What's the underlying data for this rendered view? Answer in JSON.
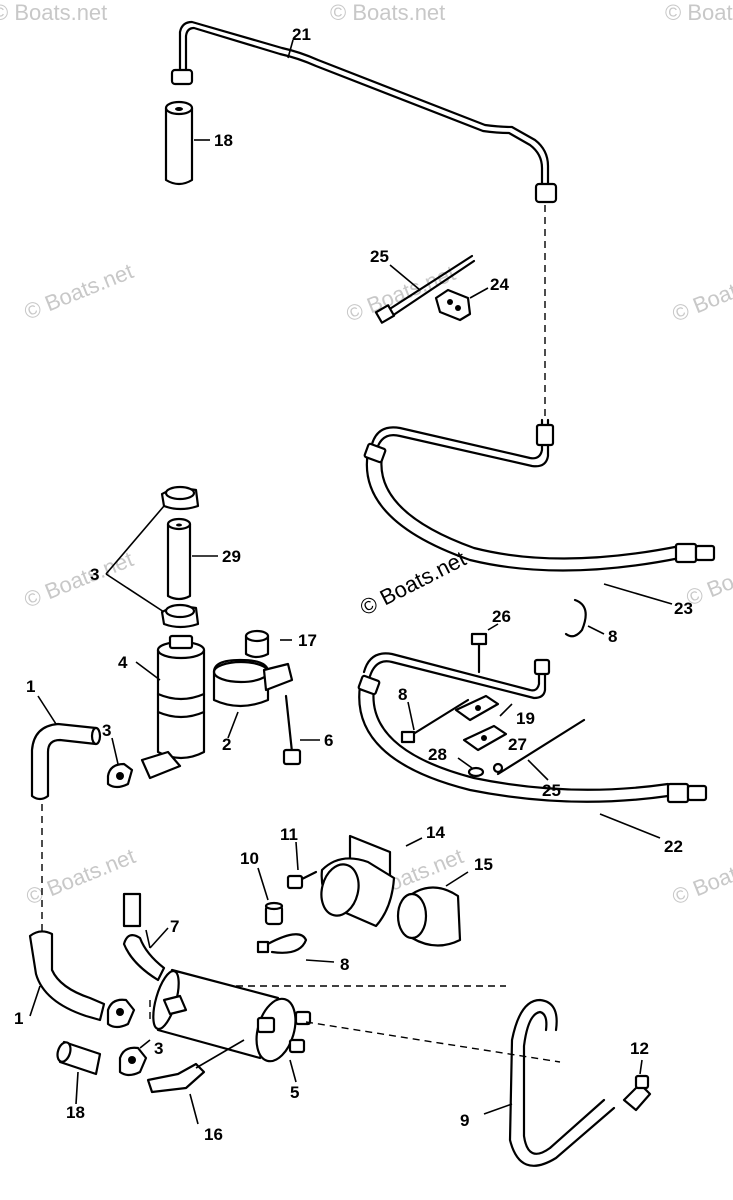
{
  "watermark": {
    "text": "© Boats.net",
    "center_text": "© Boats.net"
  },
  "callouts": {
    "c1a": "1",
    "c1b": "1",
    "c2": "2",
    "c3a": "3",
    "c3b": "3",
    "c3c": "3",
    "c4": "4",
    "c5": "5",
    "c6": "6",
    "c7": "7",
    "c8a": "8",
    "c8b": "8",
    "c8c": "8",
    "c9": "9",
    "c10": "10",
    "c11": "11",
    "c12": "12",
    "c14": "14",
    "c15": "15",
    "c16": "16",
    "c17": "17",
    "c18a": "18",
    "c18b": "18",
    "c19": "19",
    "c21": "21",
    "c22": "22",
    "c23": "23",
    "c24": "24",
    "c25a": "25",
    "c25b": "25",
    "c26": "26",
    "c27": "27",
    "c28": "28",
    "c29": "29"
  }
}
